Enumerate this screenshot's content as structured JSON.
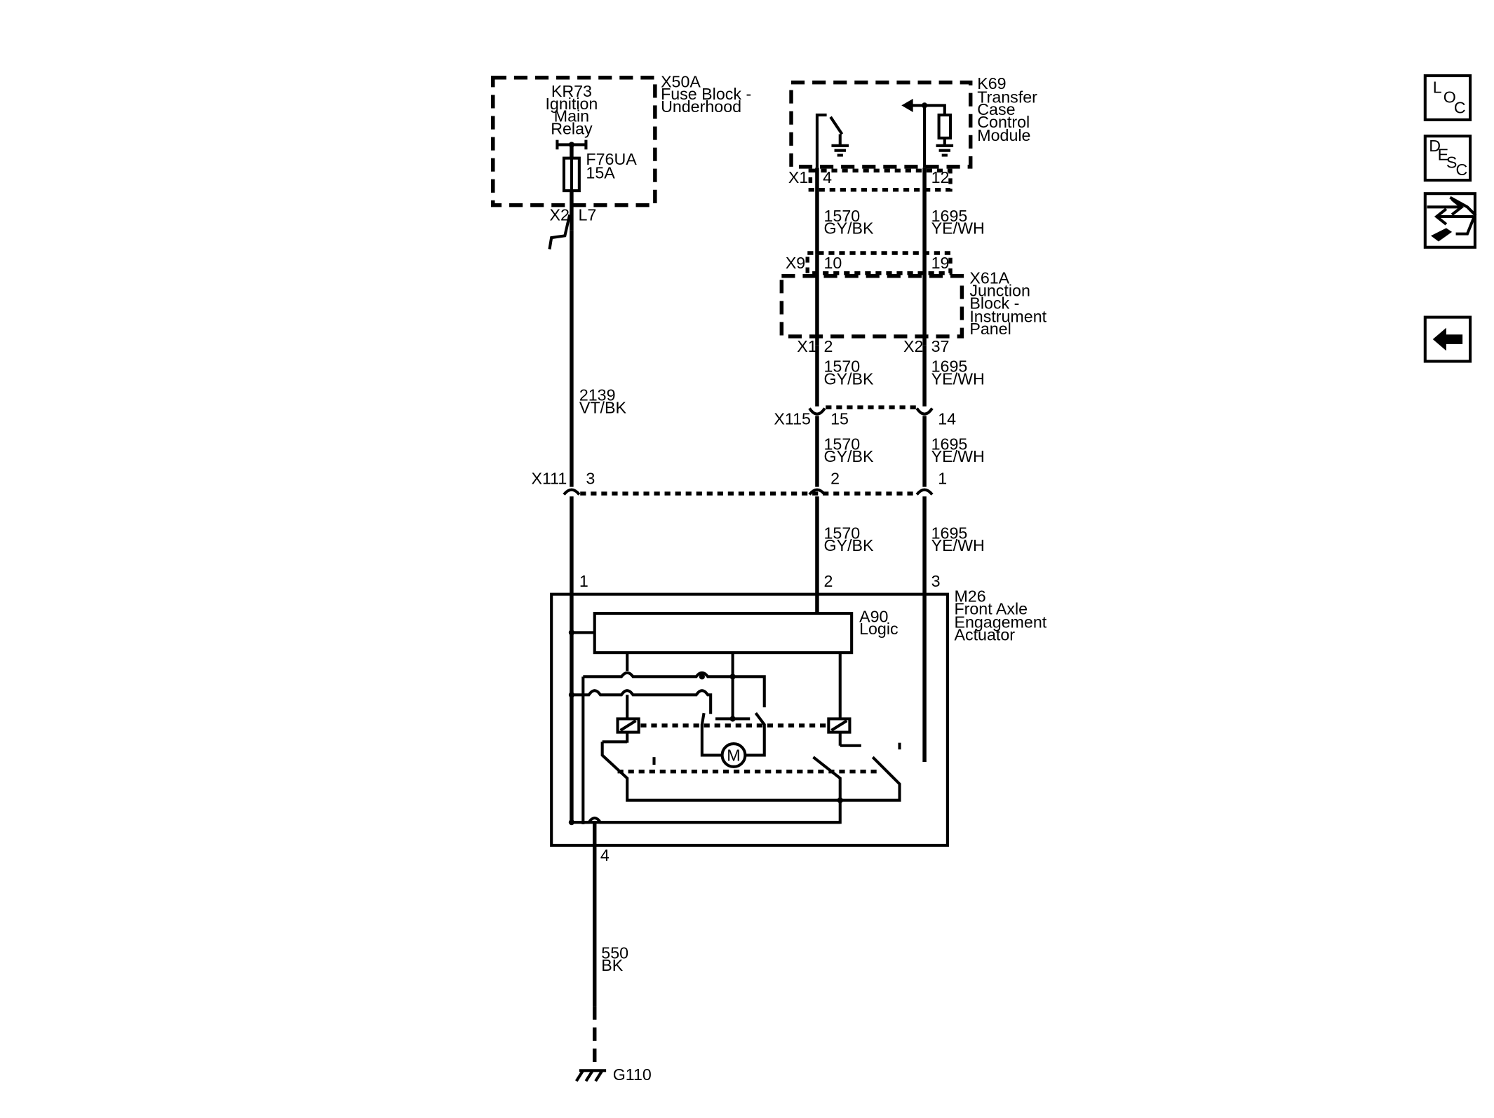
{
  "components": {
    "x50a": {
      "id": "X50A",
      "name_lines": [
        "Fuse Block -",
        "Underhood"
      ]
    },
    "kr73": {
      "name_lines": [
        "KR73",
        "Ignition",
        "Main",
        "Relay"
      ]
    },
    "f76ua": {
      "id": "F76UA",
      "rating": "15A"
    },
    "x2_l7": {
      "connector": "X2",
      "pin": "L7"
    },
    "k69": {
      "id": "K69",
      "name_lines": [
        "Transfer",
        "Case",
        "Control",
        "Module"
      ]
    },
    "k69_conn": {
      "connector": "X1",
      "pin_a": "4",
      "pin_b": "12"
    },
    "x9": {
      "connector": "X9",
      "pin_a": "10",
      "pin_b": "19"
    },
    "x61a": {
      "id": "X61A",
      "name_lines": [
        "Junction",
        "Block -",
        "Instrument",
        "Panel"
      ]
    },
    "x61a_conn": {
      "x1": "X1",
      "pin_x1": "2",
      "x2": "X2",
      "pin_x2": "37"
    },
    "x115": {
      "connector": "X115",
      "pin_a": "15",
      "pin_b": "14"
    },
    "x111": {
      "connector": "X111",
      "pin_a": "3",
      "pin_b": "2",
      "pin_c": "1"
    },
    "m26": {
      "id": "M26",
      "name_lines": [
        "Front Axle",
        "Engagement",
        "Actuator"
      ],
      "pins": [
        "1",
        "2",
        "3",
        "4"
      ]
    },
    "a90": {
      "id": "A90",
      "name": "Logic"
    },
    "motor": {
      "symbol": "M"
    },
    "ground": {
      "id": "G110"
    }
  },
  "wires": {
    "w2139": {
      "circuit": "2139",
      "color": "VT/BK"
    },
    "w1570": {
      "circuit": "1570",
      "color": "GY/BK"
    },
    "w1695": {
      "circuit": "1695",
      "color": "YE/WH"
    },
    "w550": {
      "circuit": "550",
      "color": "BK"
    }
  },
  "nav": {
    "loc": {
      "letters": [
        "L",
        "O",
        "C"
      ]
    },
    "desc": {
      "letters": [
        "D",
        "E",
        "S",
        "C"
      ]
    }
  },
  "icons": [
    "connector-end-view-icon",
    "back-arrow-icon"
  ]
}
